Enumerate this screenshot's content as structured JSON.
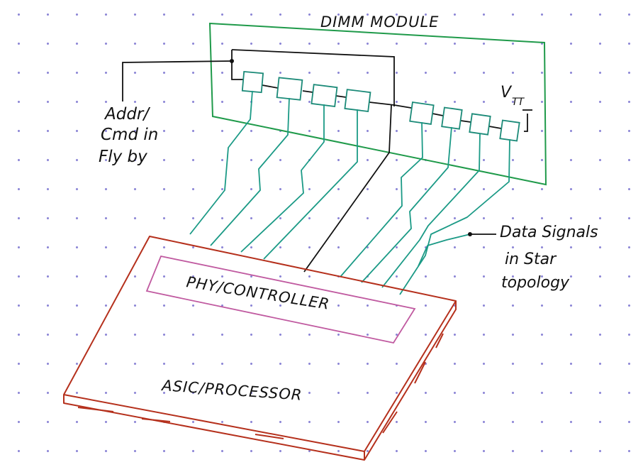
{
  "diagram": {
    "dimm_label": "DIMM MODULE",
    "addr_label_lines": [
      "Addr/",
      "Cmd in",
      "Fly by"
    ],
    "vtt_label": "V",
    "vtt_sub": "TT",
    "data_label_lines": [
      "Data Signals",
      "in Star",
      "topology"
    ],
    "phy_label": "PHY/CONTROLLER",
    "asic_label": "ASIC/PROCESSOR",
    "colors": {
      "dimm": "#1f9a4a",
      "traces": "#1b9a86",
      "asic": "#b5301c",
      "phy": "#c05aa0",
      "ink": "#111111",
      "dots": "#8c86d6"
    }
  }
}
